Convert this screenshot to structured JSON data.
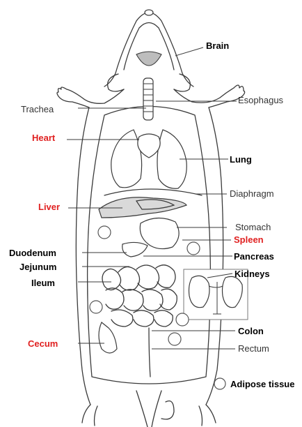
{
  "labels": {
    "brain": "Brain",
    "trachea": "Trachea",
    "esophagus": "Esophagus",
    "heart": "Heart",
    "lung": "Lung",
    "diaphragm": "Diaphragm",
    "liver": "Liver",
    "stomach": "Stomach",
    "spleen": "Spleen",
    "duodenum": "Duodenum",
    "pancreas": "Pancreas",
    "jejunum": "Jejunum",
    "kidneys": "Kidneys",
    "ileum": "Ileum",
    "colon": "Colon",
    "cecum": "Cecum",
    "rectum": "Rectum"
  },
  "legend": {
    "adipose_label": "Adipose tissue",
    "adipose_icon": "open-circle-icon"
  },
  "colors": {
    "highlight_red": "#e02020",
    "label_black": "#000000",
    "label_grey": "#333333",
    "outline": "#3a3a3a"
  }
}
